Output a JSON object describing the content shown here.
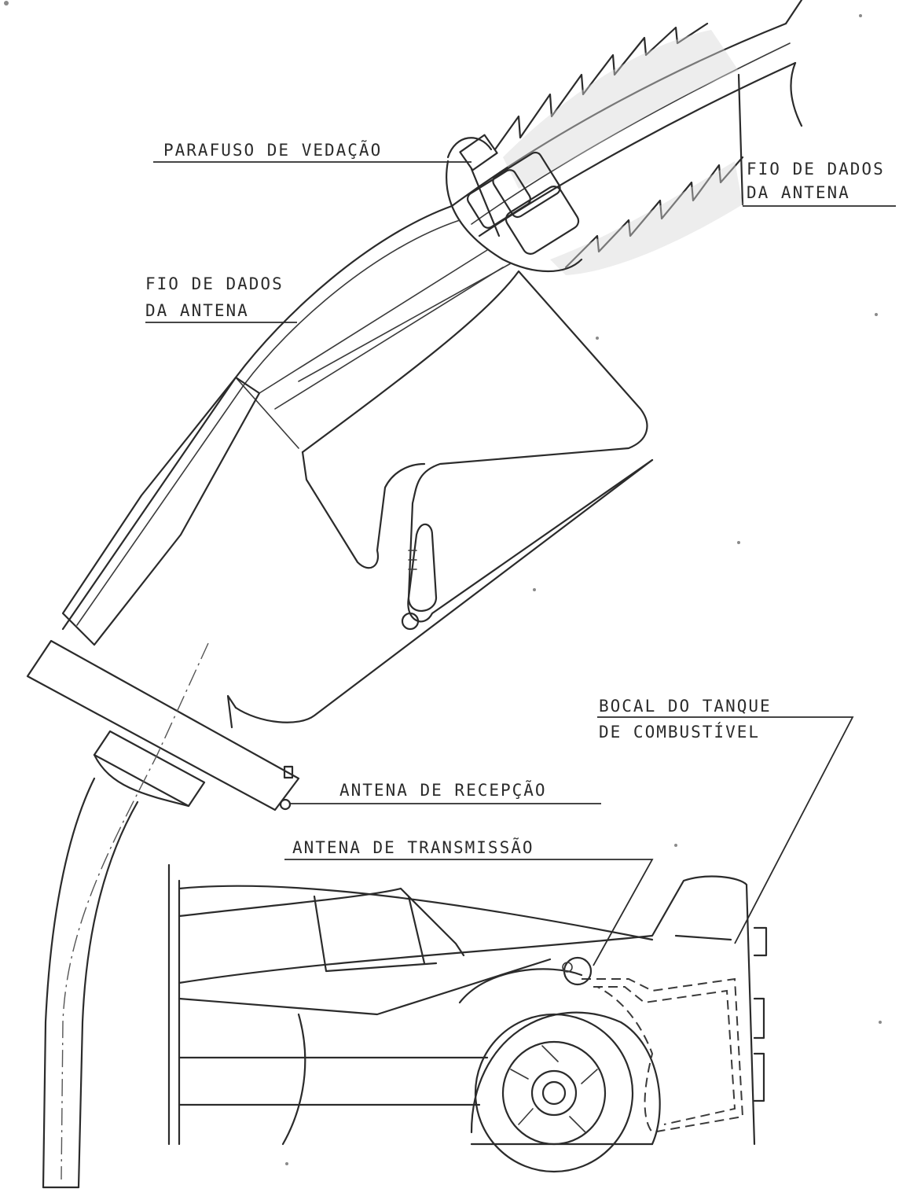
{
  "labels": {
    "sealing_screw": "PARAFUSO  DE VEDAÇÃO",
    "data_wire_right_line1": "FIO DE DADOS",
    "data_wire_right_line2": "DA ANTENA",
    "data_wire_left_line1": "FIO  DE DADOS",
    "data_wire_left_line2": "DA ANTENA",
    "tank_nozzle_line1": "BOCAL DO TANQUE",
    "tank_nozzle_line2": "DE COMBUSTÍVEL",
    "receiving_antenna": "ANTENA  DE RECEPÇÃO",
    "transmitting_antenna": "ANTENA DE TRANSMISSÃO"
  },
  "colors": {
    "ink": "#2b2b2b",
    "paper": "#ffffff"
  }
}
